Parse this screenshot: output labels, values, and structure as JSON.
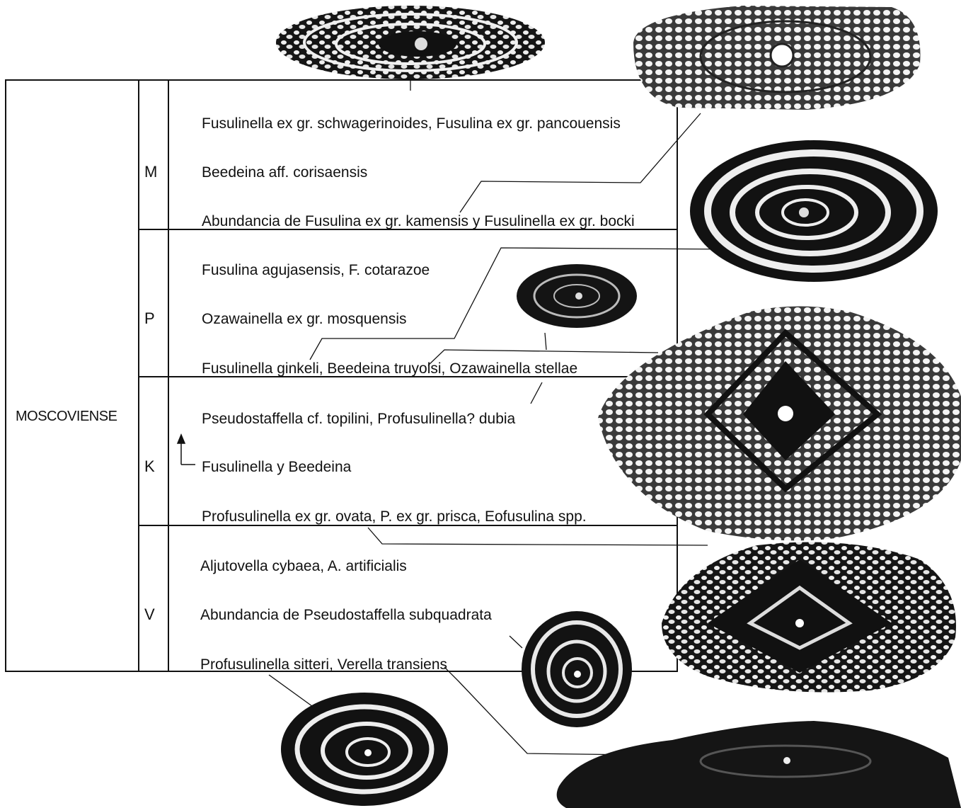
{
  "era": "MOSCOVIENSE",
  "substages": [
    {
      "code": "M",
      "entries": [
        "Fusulinella ex gr. schwagerinoides, Fusulina ex gr. pancouensis",
        "Beedeina aff. corisaensis",
        "Abundancia de Fusulina ex gr. kamensis y Fusulinella ex gr. bocki"
      ]
    },
    {
      "code": "P",
      "entries": [
        "Fusulina agujasensis, F. cotarazoe",
        "Ozawainella ex gr. mosquensis",
        "Fusulinella ginkeli, Beedeina truyolsi, Ozawainella stellae"
      ]
    },
    {
      "code": "K",
      "entries": [
        "Pseudostaffella cf. topilini, Profusulinella? dubia",
        "Fusulinella y Beedeina",
        "Profusulinella ex gr. ovata, P. ex gr. prisca, Eofusulina spp."
      ]
    },
    {
      "code": "V",
      "entries": [
        "Aljutovella cybaea, A. artificialis",
        "Abundancia de Pseudostaffella subquadrata",
        "Profusulinella sitteri, Verella transiens"
      ]
    }
  ],
  "colors": {
    "ink": "#111111",
    "fossil_dark": "#161616",
    "fossil_light": "#f2f2f2"
  }
}
